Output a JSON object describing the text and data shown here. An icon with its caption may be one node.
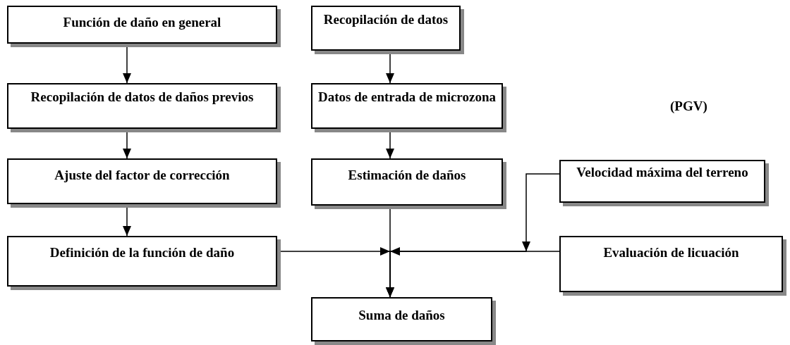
{
  "diagram": {
    "nodes": [
      {
        "text": [
          "Función de daño en general"
        ]
      },
      {
        "text": [
          "Recopilación de datos de daños previos"
        ]
      },
      {
        "text": [
          "Ajuste del factor de corrección"
        ]
      },
      {
        "text": [
          "Definición de la función de daño"
        ]
      },
      {
        "text": [
          "Recopilación de datos"
        ]
      },
      {
        "text": [
          "Datos de entrada de microzona"
        ]
      },
      {
        "text": [
          "Estimación de daños"
        ]
      },
      {
        "text": [
          "Suma de daños"
        ]
      },
      {
        "text": [
          "Velocidad máxima del terreno"
        ]
      },
      {
        "text": [
          "Evaluación de licuación"
        ]
      }
    ],
    "edges": [
      {
        "from": 0,
        "to": 1,
        "arrow": "to"
      },
      {
        "from": 1,
        "to": 2,
        "arrow": "to"
      },
      {
        "from": 2,
        "to": 3,
        "arrow": "to"
      },
      {
        "from": 4,
        "to": 5,
        "arrow": "to"
      },
      {
        "from": 5,
        "to": 6,
        "arrow": "to"
      },
      {
        "from": 3,
        "to": 7,
        "arrow": "to"
      },
      {
        "from": 6,
        "to": 7,
        "arrow": "to"
      },
      {
        "from": 9,
        "to": 7,
        "arrow": "to"
      },
      {
        "from": 8,
        "to": 7,
        "arrow": "to"
      }
    ],
    "labels": [
      "(PGV)"
    ]
  }
}
